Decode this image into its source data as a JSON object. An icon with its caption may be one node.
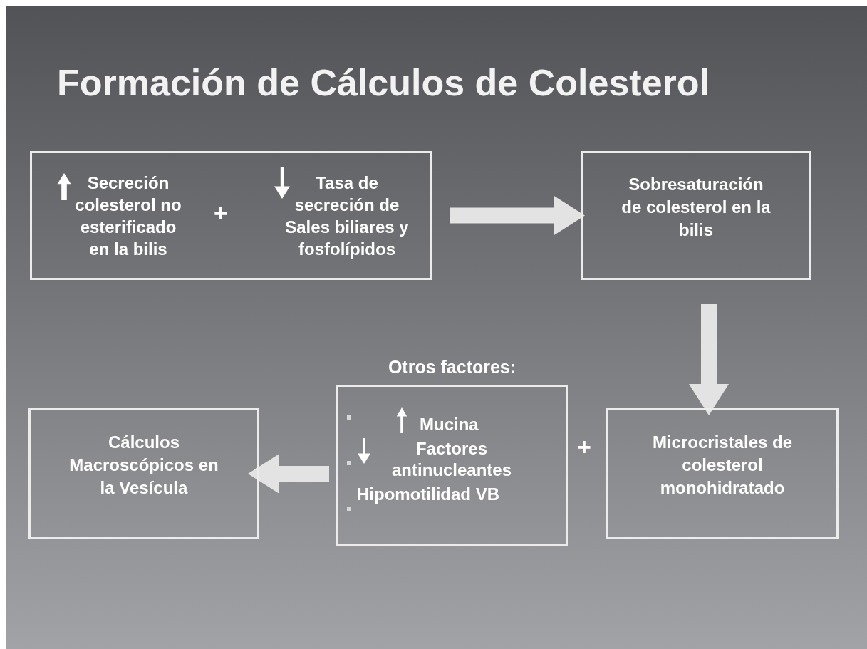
{
  "diagram": {
    "title": "Formación de Cálculos de Colesterol",
    "nodes": [
      {
        "text": [
          "Secreción colesterol no esterificado en la bilis",
          "Tasa de secreción de Sales biliares y fosfolípidos"
        ]
      },
      {
        "text": [
          "Sobresaturación de colesterol en la bilis"
        ]
      },
      {
        "text": [
          "Microcristales de colesterol monohidratado"
        ]
      },
      {
        "text": [
          "Otros factores:",
          "Mucina",
          "Factores antinucleantes",
          "Hipomotilidad VB"
        ]
      },
      {
        "text": [
          "Cálculos Macroscópicos en la Vesícula"
        ]
      }
    ],
    "edges": [
      {
        "from": 0,
        "to": 1,
        "arrow": "to"
      },
      {
        "from": 1,
        "to": 2,
        "arrow": "to"
      },
      {
        "from": 3,
        "to": 4,
        "arrow": "to"
      }
    ],
    "labels": [
      "+",
      "+"
    ]
  }
}
